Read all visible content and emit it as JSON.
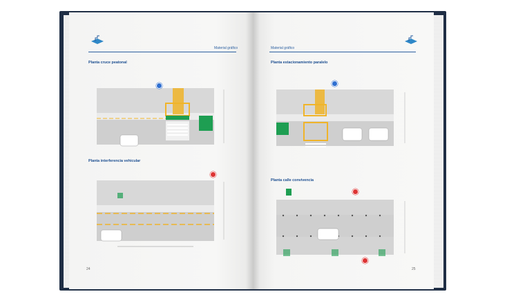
{
  "left_page": {
    "header": "Material gráfico",
    "page_number": "24",
    "sections": [
      {
        "title": "Planta cruce peatonal"
      },
      {
        "title": "Planta interferencia vehicular"
      }
    ]
  },
  "right_page": {
    "header": "Material gráfico",
    "page_number": "25",
    "sections": [
      {
        "title": "Planta estacionamiento paralelo"
      },
      {
        "title": "Planta calle convivencia"
      }
    ]
  },
  "colors": {
    "cover": "#1f2e45",
    "accent_blue": "#2b5fa0",
    "title_blue": "#1d4f91",
    "yellow": "#f0b429",
    "green": "#1e9e52",
    "sign_red": "#d33333"
  },
  "icons": [
    "stairs-logo-icon",
    "car-icon",
    "traffic-sign-icon"
  ]
}
